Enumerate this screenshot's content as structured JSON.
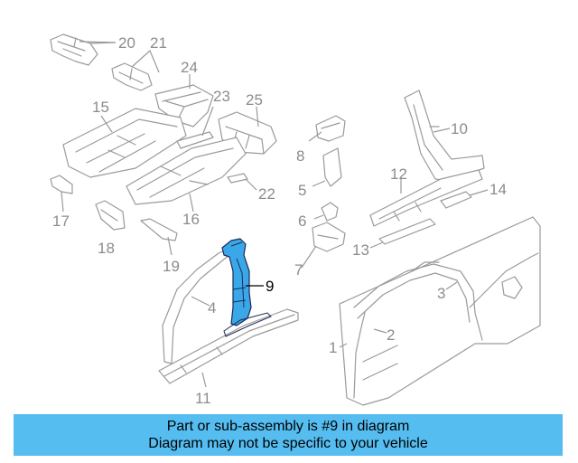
{
  "callouts": {
    "c1": "1",
    "c2": "2",
    "c3": "3",
    "c4": "4",
    "c5": "5",
    "c6": "6",
    "c7": "7",
    "c8": "8",
    "c9": "9",
    "c10": "10",
    "c11": "11",
    "c12": "12",
    "c13": "13",
    "c14": "14",
    "c15": "15",
    "c16": "16",
    "c17": "17",
    "c18": "18",
    "c19": "19",
    "c20": "20",
    "c21": "21",
    "c22": "22",
    "c23": "23",
    "c24": "24",
    "c25": "25"
  },
  "highlight": {
    "part_number": "9",
    "color": "#3aa8e8"
  },
  "banner": {
    "line1": "Part or sub-assembly is #9 in diagram",
    "line2": "Diagram may not be specific to your vehicle",
    "color": "#55bdf0"
  }
}
